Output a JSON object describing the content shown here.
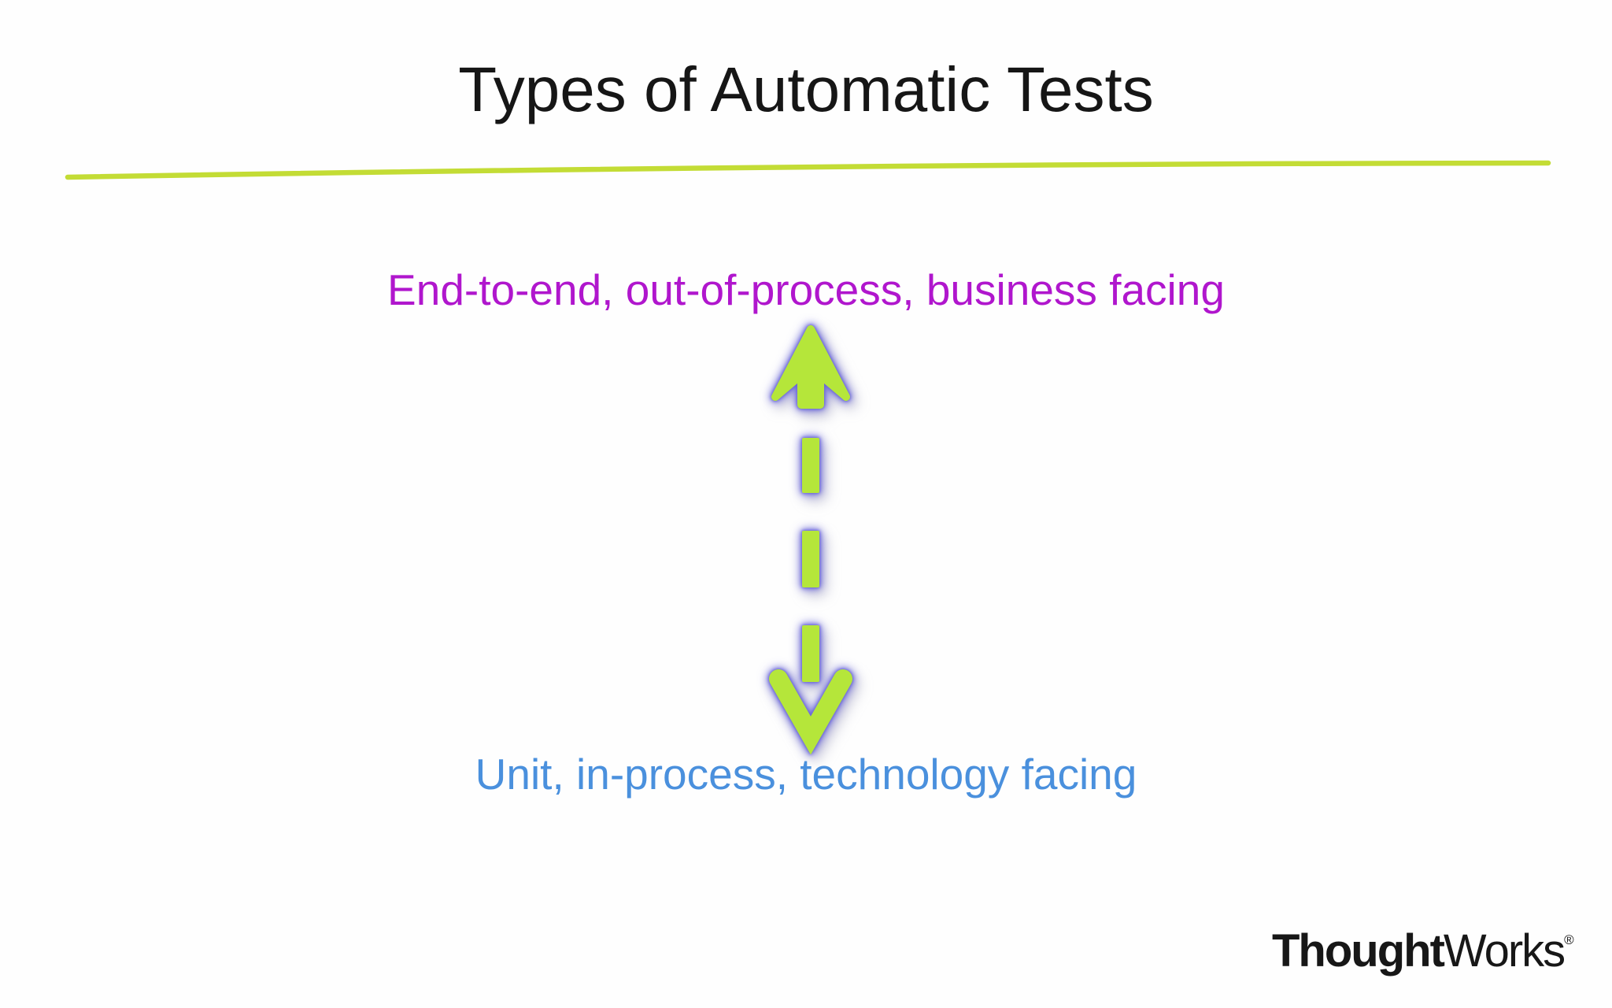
{
  "slide": {
    "title": "Types of Automatic Tests",
    "top_label": "End-to-end, out-of-process, business facing",
    "bottom_label": "Unit, in-process, technology facing",
    "arrow": {
      "type": "vertical-double-headed-dashed-arrow",
      "meaning": "spectrum between business-facing end-to-end tests and technology-facing unit tests"
    },
    "logo": {
      "bold": "Thought",
      "regular": "Works",
      "reg_mark": "®"
    },
    "colors": {
      "title_color": "#161616",
      "top_label_color": "#b016cd",
      "bottom_label_color": "#4a90dd",
      "arrow_green": "#b5e63a",
      "line_green": "#c3dc35",
      "glow_color": "#6a66d9",
      "logo_color": "#171717",
      "bg_color": "#fefefe"
    }
  }
}
